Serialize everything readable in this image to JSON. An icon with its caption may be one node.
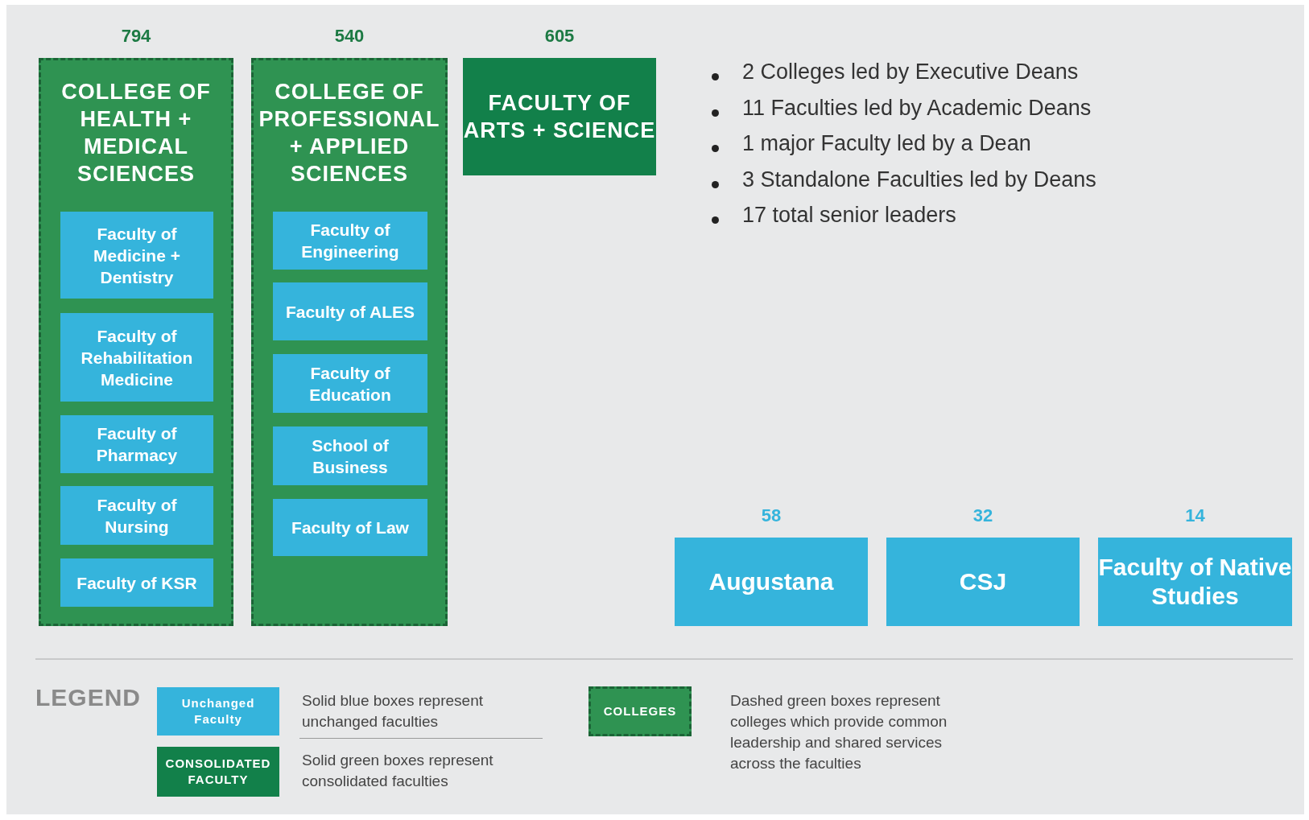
{
  "diagram": {
    "nodes": [
      {
        "text": [
          "COLLEGE OF HEALTH + MEDICAL SCIENCES"
        ],
        "beside": [
          "794"
        ]
      },
      {
        "text": [
          "Faculty of Medicine + Dentistry"
        ],
        "in": 0
      },
      {
        "text": [
          "Faculty of Rehabilitation Medicine"
        ],
        "in": 0
      },
      {
        "text": [
          "Faculty of Pharmacy"
        ],
        "in": 0
      },
      {
        "text": [
          "Faculty of Nursing"
        ],
        "in": 0
      },
      {
        "text": [
          "Faculty of KSR"
        ],
        "in": 0
      },
      {
        "text": [
          "COLLEGE OF PROFESSIONAL + APPLIED SCIENCES"
        ],
        "beside": [
          "540"
        ]
      },
      {
        "text": [
          "Faculty of Engineering"
        ],
        "in": 6
      },
      {
        "text": [
          "Faculty of ALES"
        ],
        "in": 6
      },
      {
        "text": [
          "Faculty of Education"
        ],
        "in": 6
      },
      {
        "text": [
          "School of Business"
        ],
        "in": 6
      },
      {
        "text": [
          "Faculty of Law"
        ],
        "in": 6
      },
      {
        "text": [
          "FACULTY OF ARTS + SCIENCE"
        ],
        "beside": [
          "605"
        ]
      },
      {
        "text": [
          "Augustana"
        ],
        "beside": [
          "58"
        ]
      },
      {
        "text": [
          "CSJ"
        ],
        "beside": [
          "32"
        ]
      },
      {
        "text": [
          "Faculty of Native Studies"
        ],
        "beside": [
          "14"
        ]
      }
    ],
    "labels": [
      "2 Colleges led by Executive Deans",
      "11 Faculties led by Academic Deans",
      "1 major Faculty led by a Dean",
      "3 Standalone Faculties led by Deans",
      "17 total senior leaders",
      "LEGEND",
      "Unchanged Faculty",
      "CONSOLIDATED FACULTY",
      "COLLEGES"
    ],
    "legend": [
      {
        "text": "Solid blue boxes represent unchanged faculties",
        "color": "#35b4dc"
      },
      {
        "text": "Solid green boxes represent consolidated faculties",
        "color": "#12804a"
      },
      {
        "text": "Dashed green boxes represent colleges which provide common leadership and shared services across the faculties",
        "color": "#2f9352"
      }
    ]
  }
}
